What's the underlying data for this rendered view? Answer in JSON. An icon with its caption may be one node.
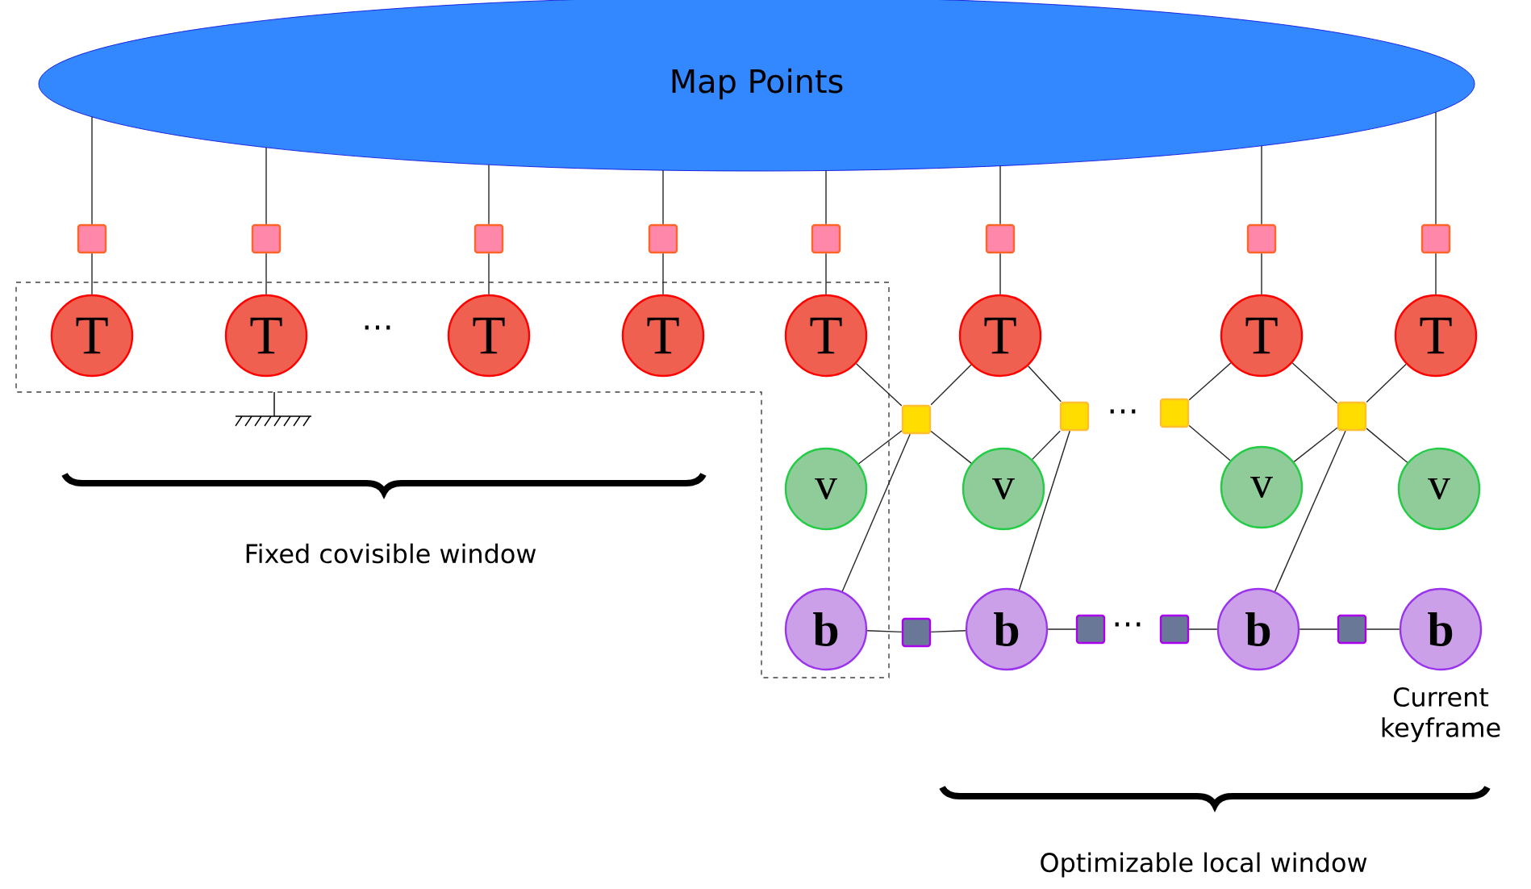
{
  "diagram": {
    "nodes": [
      {
        "text": [
          "Map Points"
        ]
      },
      {
        "text": [],
        "shape": "box"
      },
      {
        "text": [],
        "shape": "box"
      },
      {
        "text": [],
        "shape": "box"
      },
      {
        "text": [],
        "shape": "box"
      },
      {
        "text": [],
        "shape": "box"
      },
      {
        "text": [],
        "shape": "box"
      },
      {
        "text": [],
        "shape": "box"
      },
      {
        "text": [],
        "shape": "box"
      },
      {
        "text": [
          "T"
        ]
      },
      {
        "text": [
          "T"
        ]
      },
      {
        "text": [
          "T"
        ]
      },
      {
        "text": [
          "T"
        ]
      },
      {
        "text": [
          "T"
        ]
      },
      {
        "text": [
          "T"
        ]
      },
      {
        "text": [
          "T"
        ]
      },
      {
        "text": [
          "T"
        ]
      },
      {
        "text": [],
        "shape": "box"
      },
      {
        "text": [],
        "shape": "box"
      },
      {
        "text": [],
        "shape": "box"
      },
      {
        "text": [],
        "shape": "box"
      },
      {
        "text": [
          "v"
        ]
      },
      {
        "text": [
          "v"
        ]
      },
      {
        "text": [
          "v"
        ]
      },
      {
        "text": [
          "v"
        ]
      },
      {
        "text": [
          "b"
        ]
      },
      {
        "text": [
          "b"
        ]
      },
      {
        "text": [
          "b"
        ]
      },
      {
        "text": [
          "b"
        ],
        "beside": [
          "Current keyframe"
        ]
      },
      {
        "text": [],
        "shape": "box"
      },
      {
        "text": [],
        "shape": "box"
      },
      {
        "text": [],
        "shape": "box"
      },
      {
        "text": [],
        "shape": "box"
      }
    ],
    "edges": [
      {
        "from": 0,
        "to": 1,
        "arrow": "none"
      },
      {
        "from": 0,
        "to": 2,
        "arrow": "none"
      },
      {
        "from": 0,
        "to": 3,
        "arrow": "none"
      },
      {
        "from": 0,
        "to": 4,
        "arrow": "none"
      },
      {
        "from": 0,
        "to": 5,
        "arrow": "none"
      },
      {
        "from": 0,
        "to": 6,
        "arrow": "none"
      },
      {
        "from": 0,
        "to": 7,
        "arrow": "none"
      },
      {
        "from": 0,
        "to": 8,
        "arrow": "none"
      },
      {
        "from": 1,
        "to": 9,
        "arrow": "none"
      },
      {
        "from": 2,
        "to": 10,
        "arrow": "none"
      },
      {
        "from": 3,
        "to": 11,
        "arrow": "none"
      },
      {
        "from": 4,
        "to": 12,
        "arrow": "none"
      },
      {
        "from": 5,
        "to": 13,
        "arrow": "none"
      },
      {
        "from": 6,
        "to": 14,
        "arrow": "none"
      },
      {
        "from": 7,
        "to": 15,
        "arrow": "none"
      },
      {
        "from": 8,
        "to": 16,
        "arrow": "none"
      },
      {
        "from": 13,
        "to": 17,
        "arrow": "none"
      },
      {
        "from": 14,
        "to": 17,
        "arrow": "none"
      },
      {
        "from": 17,
        "to": 21,
        "arrow": "none"
      },
      {
        "from": 17,
        "to": 22,
        "arrow": "none"
      },
      {
        "from": 17,
        "to": 25,
        "arrow": "none"
      },
      {
        "from": 14,
        "to": 18,
        "arrow": "none"
      },
      {
        "from": 18,
        "to": 22,
        "arrow": "none"
      },
      {
        "from": 18,
        "to": 26,
        "arrow": "none"
      },
      {
        "from": 15,
        "to": 19,
        "arrow": "none"
      },
      {
        "from": 19,
        "to": 23,
        "arrow": "none"
      },
      {
        "from": 15,
        "to": 20,
        "arrow": "none"
      },
      {
        "from": 16,
        "to": 20,
        "arrow": "none"
      },
      {
        "from": 20,
        "to": 23,
        "arrow": "none"
      },
      {
        "from": 20,
        "to": 24,
        "arrow": "none"
      },
      {
        "from": 20,
        "to": 27,
        "arrow": "none"
      },
      {
        "from": 25,
        "to": 29,
        "arrow": "none"
      },
      {
        "from": 29,
        "to": 26,
        "arrow": "none"
      },
      {
        "from": 26,
        "to": 30,
        "arrow": "none"
      },
      {
        "from": 31,
        "to": 27,
        "arrow": "none"
      },
      {
        "from": 27,
        "to": 32,
        "arrow": "none"
      },
      {
        "from": 32,
        "to": 28,
        "arrow": "none"
      }
    ],
    "labels": [
      "…",
      "…",
      "Fixed covisible window",
      "…",
      "Optimizable local window"
    ]
  }
}
